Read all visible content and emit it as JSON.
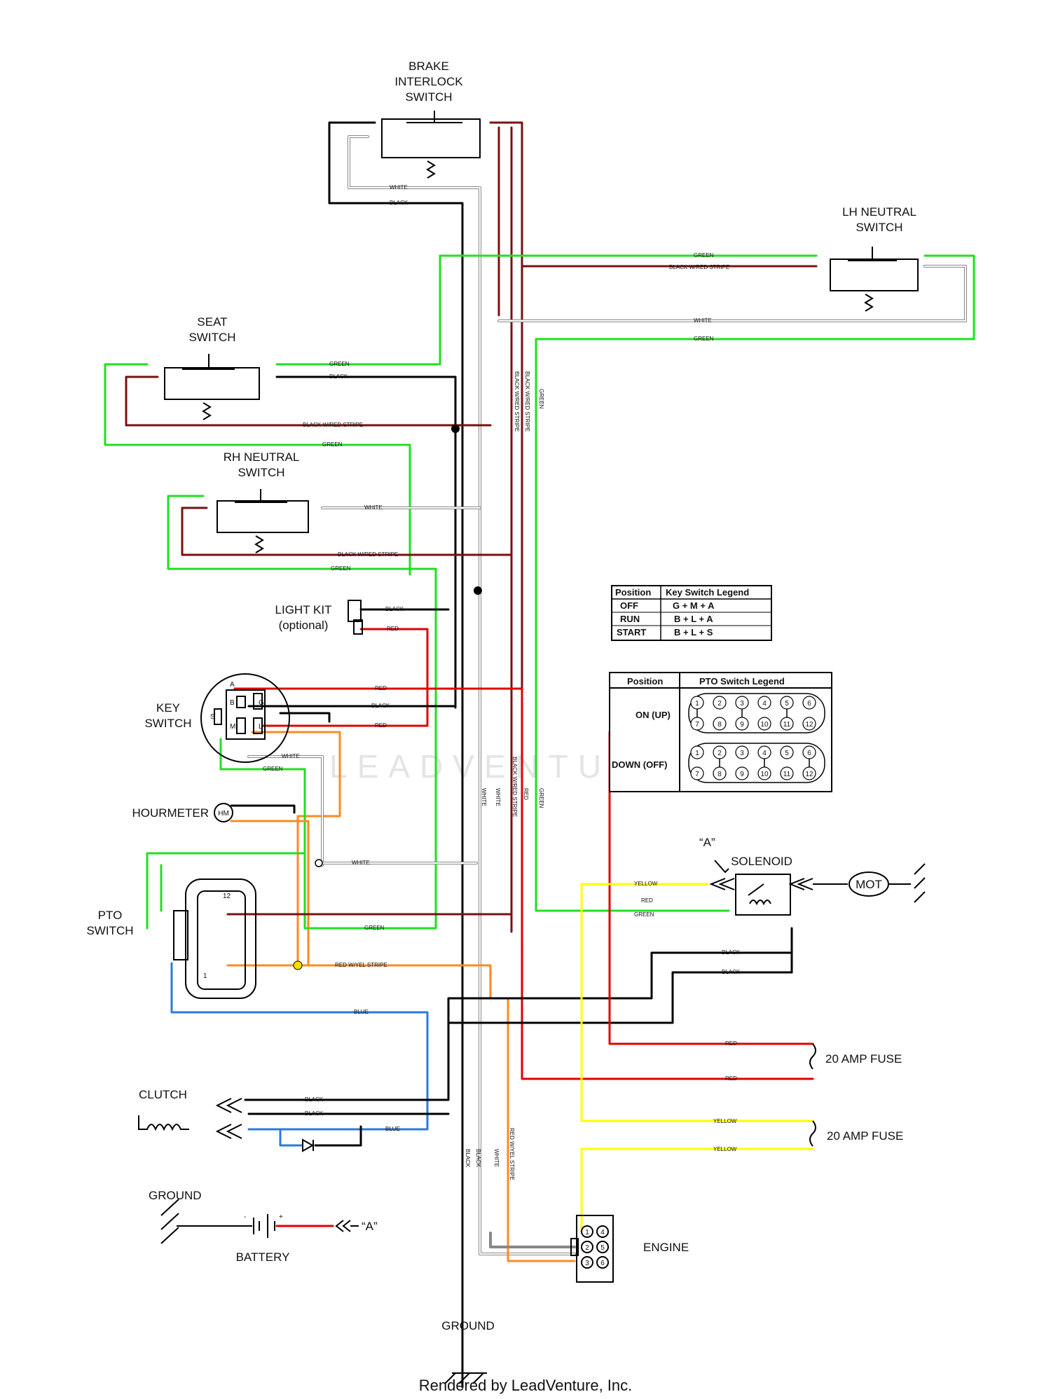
{
  "components": {
    "brake_interlock": [
      "BRAKE",
      "INTERLOCK",
      "SWITCH"
    ],
    "lh_neutral": [
      "LH NEUTRAL",
      "SWITCH"
    ],
    "seat": [
      "SEAT",
      "SWITCH"
    ],
    "rh_neutral": [
      "RH NEUTRAL",
      "SWITCH"
    ],
    "light_kit": [
      "LIGHT KIT",
      "(optional)"
    ],
    "key_switch": [
      "KEY",
      "SWITCH"
    ],
    "hourmeter": "HOURMETER",
    "pto_switch": [
      "PTO",
      "SWITCH"
    ],
    "clutch": "CLUTCH",
    "ground_left": "GROUND",
    "battery": "BATTERY",
    "battery_ref": "“A”",
    "ground_bottom": "GROUND",
    "solenoid": "SOLENOID",
    "solenoid_ref": "“A”",
    "motor": "MOT",
    "fuse_1": "20 AMP FUSE",
    "fuse_2": "20 AMP FUSE",
    "engine": "ENGINE",
    "hourmeter_symbol": "HM"
  },
  "key_switch_terminals": [
    "A",
    "B",
    "G",
    "S",
    "M",
    "L"
  ],
  "engine_pins": [
    "1",
    "4",
    "2",
    "5",
    "3",
    "6"
  ],
  "pto_pins": [
    "12",
    "1"
  ],
  "wires": {
    "white": "WHITE",
    "black": "BLACK",
    "green": "GREEN",
    "red": "RED",
    "yellow": "YELLOW",
    "blue": "BLUE",
    "black_red": "BLACK W/RED STRIPE",
    "red_yel": "RED W/YEL STRIPE"
  },
  "key_legend": {
    "headers": [
      "Position",
      "Key Switch Legend"
    ],
    "rows": [
      [
        "OFF",
        "G + M + A"
      ],
      [
        "RUN",
        "B + L + A"
      ],
      [
        "START",
        "B + L + S"
      ]
    ]
  },
  "pto_legend": {
    "headers": [
      "Position",
      "PTO Switch Legend"
    ],
    "rows": [
      {
        "position": "ON (UP)",
        "top": [
          "1",
          "2",
          "3",
          "4",
          "5",
          "6"
        ],
        "bottom": [
          "7",
          "8",
          "9",
          "10",
          "11",
          "12"
        ]
      },
      {
        "position": "DOWN (OFF)",
        "top": [
          "1",
          "2",
          "3",
          "4",
          "5",
          "6"
        ],
        "bottom": [
          "7",
          "8",
          "9",
          "10",
          "11",
          "12"
        ]
      }
    ]
  },
  "watermark": "LEADVENTURE",
  "footer": "Rendered by LeadVenture, Inc."
}
